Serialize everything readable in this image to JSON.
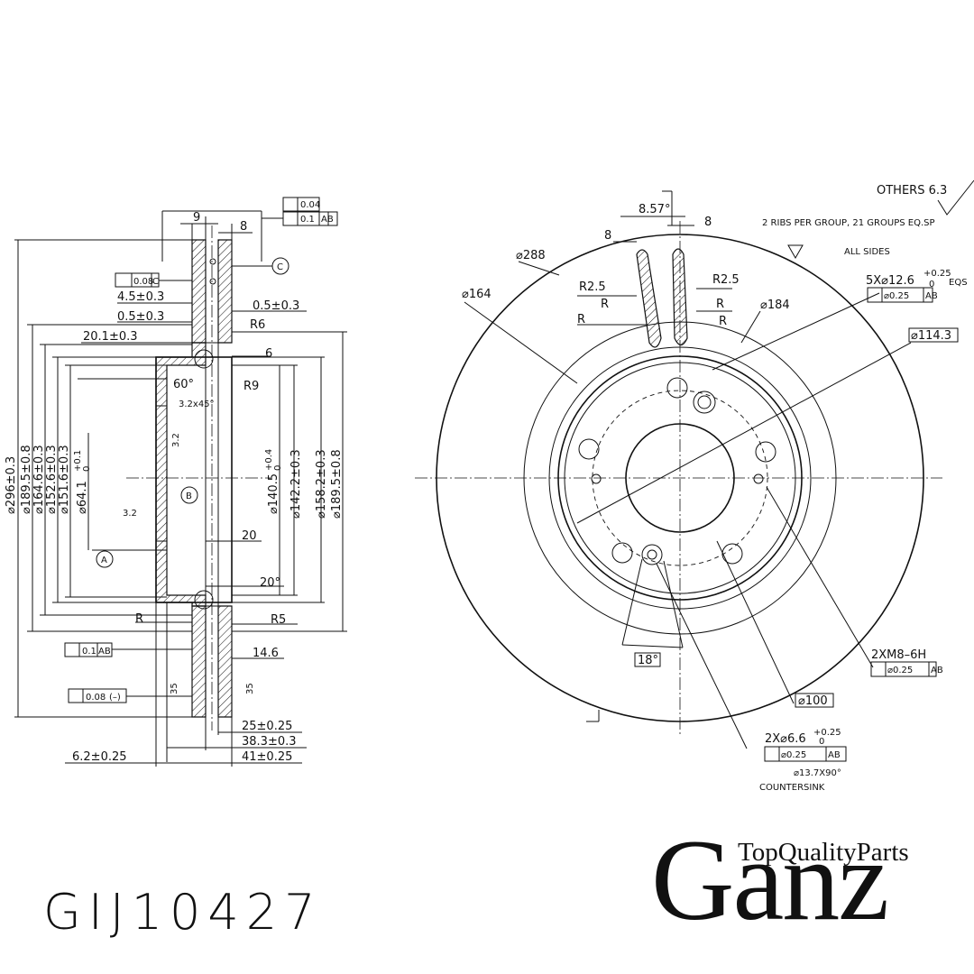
{
  "product": {
    "part_number": "GIJ10427",
    "brand_tagline": "TopQualityParts",
    "brand_name": "Ganz"
  },
  "section_view": {
    "tolerance_top": {
      "flatness": "0.04",
      "runout": "0.1",
      "datum": "AB"
    },
    "datum_c": "C",
    "datum_a": "A",
    "datum_b": "B",
    "parallelism": {
      "value": "0.08",
      "datum": "C"
    },
    "dims_top": [
      "9",
      "8"
    ],
    "dims_left": [
      "4.5±0.3",
      "0.5±0.3",
      "20.1±0.3"
    ],
    "dims_mid": [
      "0.5±0.3",
      "R6",
      "6",
      "R9",
      "60°",
      "3.2x45°",
      "3.2",
      "3.2",
      "20",
      "20°",
      "R",
      "R5",
      "14.6"
    ],
    "dims_vertical_left": [
      "⌀296±0.3",
      "⌀189.5±0.8",
      "⌀164.6±0.3",
      "⌀152.6±0.3",
      "⌀151.6±0.3",
      "⌀64.1"
    ],
    "tol_64": {
      "upper": "+0.1",
      "lower": "0"
    },
    "dims_vertical_right": [
      "⌀140.5",
      "⌀142.2±0.3",
      "⌀158.2±0.3",
      "⌀189.5±0.8"
    ],
    "tol_140": {
      "upper": "+0.4",
      "lower": "0"
    },
    "runout_bottom": {
      "value": "0.1",
      "datum": "AB"
    },
    "flatness_bottom": {
      "value": "0.08",
      "note": "(–)"
    },
    "roughness": [
      "35",
      "35"
    ],
    "dims_bottom": [
      "25±0.25",
      "38.3±0.3",
      "41±0.25",
      "6.2±0.25"
    ]
  },
  "front_view": {
    "others": "OTHERS 6.3",
    "ribs_note": "2 RIBS PER GROUP, 21 GROUPS EQ.SP",
    "all_sides": "ALL SIDES",
    "dims": [
      "8.57°",
      "8",
      "8",
      "⌀288",
      "⌀164",
      "R2.5",
      "R",
      "R",
      "R2.5",
      "R",
      "R",
      "⌀184",
      "⌀114.3",
      "18°",
      "⌀100"
    ],
    "holes_5x": {
      "label": "5X⌀12.6",
      "upper": "+0.25",
      "lower": "0",
      "suffix": "EQS",
      "pos": "⌀0.25",
      "datum": "AB"
    },
    "thread": {
      "label": "2XM8–6H",
      "pos": "⌀0.25",
      "datum": "AB"
    },
    "holes_2x": {
      "label": "2X⌀6.6",
      "upper": "+0.25",
      "lower": "0",
      "pos": "⌀0.25",
      "datum": "AB",
      "csk": "⌀13.7X90°",
      "note": "COUNTERSINK"
    }
  }
}
